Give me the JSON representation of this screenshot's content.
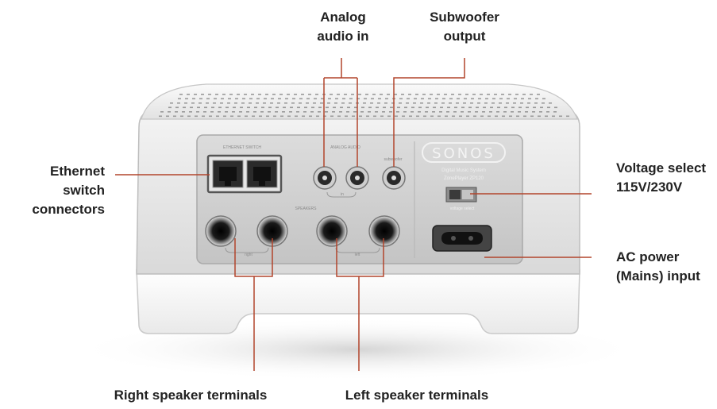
{
  "callouts": {
    "analog": {
      "lines": [
        "Analog",
        "audio in"
      ]
    },
    "subwoofer": {
      "lines": [
        "Subwoofer",
        "output"
      ]
    },
    "ethernet": {
      "lines": [
        "Ethernet",
        "switch",
        "connectors"
      ]
    },
    "voltage": {
      "lines": [
        "Voltage select",
        "115V/230V"
      ]
    },
    "ac_power": {
      "lines": [
        "AC power",
        "(Mains) input"
      ]
    },
    "right_speaker": {
      "lines": [
        "Right speaker terminals"
      ]
    },
    "left_speaker": {
      "lines": [
        "Left speaker terminals"
      ]
    }
  },
  "device": {
    "brand": "SONOS",
    "model_line1": "Digital Music System",
    "model_line2": "ZonePlayer ZP120",
    "panel_labels": {
      "ethernet": "ETHERNET SWITCH",
      "analog": "ANALOG AUDIO",
      "speakers": "SPEAKERS",
      "in": "in",
      "subwoofer": "subwoofer",
      "right": "right",
      "left": "left",
      "voltage": "voltage select"
    }
  },
  "colors": {
    "leader_line": "#b2452c",
    "label_text": "#222222"
  }
}
